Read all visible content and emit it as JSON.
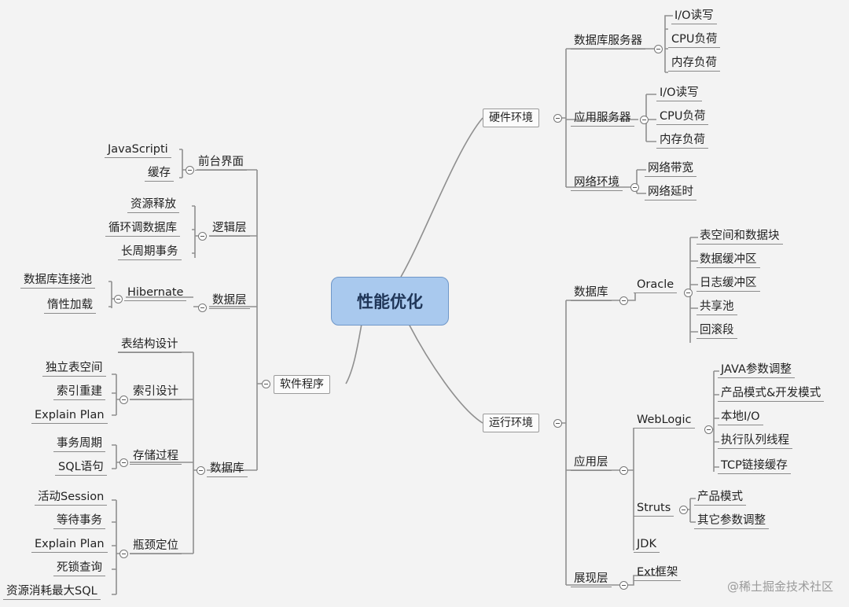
{
  "root": "性能优化",
  "hardware": {
    "label": "硬件环境",
    "db_server": {
      "label": "数据库服务器",
      "items": [
        "I/O读写",
        "CPU负荷",
        "内存负荷"
      ]
    },
    "app_server": {
      "label": "应用服务器",
      "items": [
        "I/O读写",
        "CPU负荷",
        "内存负荷"
      ]
    },
    "network": {
      "label": "网络环境",
      "items": [
        "网络带宽",
        "网络延时"
      ]
    }
  },
  "runtime": {
    "label": "运行环境",
    "database": {
      "label": "数据库",
      "oracle": {
        "label": "Oracle",
        "items": [
          "表空间和数据块",
          "数据缓冲区",
          "日志缓冲区",
          "共享池",
          "回滚段"
        ]
      }
    },
    "app_layer": {
      "label": "应用层",
      "weblogic": {
        "label": "WebLogic",
        "items": [
          "JAVA参数调整",
          "产品模式&开发模式",
          "本地I/O",
          "执行队列线程",
          "TCP链接缓存"
        ]
      },
      "struts": {
        "label": "Struts",
        "items": [
          "产品模式",
          "其它参数调整"
        ]
      },
      "jdk": {
        "label": "JDK"
      }
    },
    "presentation": {
      "label": "展现层",
      "items": [
        "Ext框架"
      ]
    }
  },
  "software": {
    "label": "软件程序",
    "frontend": {
      "label": "前台界面",
      "items": [
        "JavaScripti",
        "缓存"
      ]
    },
    "logic": {
      "label": "逻辑层",
      "items": [
        "资源释放",
        "循环调数据库",
        "长周期事务"
      ]
    },
    "data": {
      "label": "数据层",
      "hibernate": {
        "label": "Hibernate",
        "items": [
          "数据库连接池",
          "惰性加载"
        ]
      }
    },
    "database": {
      "label": "数据库",
      "table_design": {
        "label": "表结构设计"
      },
      "index_design": {
        "label": "索引设计",
        "items": [
          "独立表空间",
          "索引重建",
          "Explain Plan"
        ]
      },
      "stored_proc": {
        "label": "存储过程",
        "items": [
          "事务周期",
          "SQL语句"
        ]
      },
      "bottleneck": {
        "label": "瓶颈定位",
        "items": [
          "活动Session",
          "等待事务",
          "Explain Plan",
          "死锁查询",
          "资源消耗最大SQL"
        ]
      }
    }
  },
  "watermark": "@稀土掘金技术社区",
  "colors": {
    "root_fill": "#a9c9ee",
    "root_border": "#6f97c8",
    "line": "#8a8a8a"
  }
}
